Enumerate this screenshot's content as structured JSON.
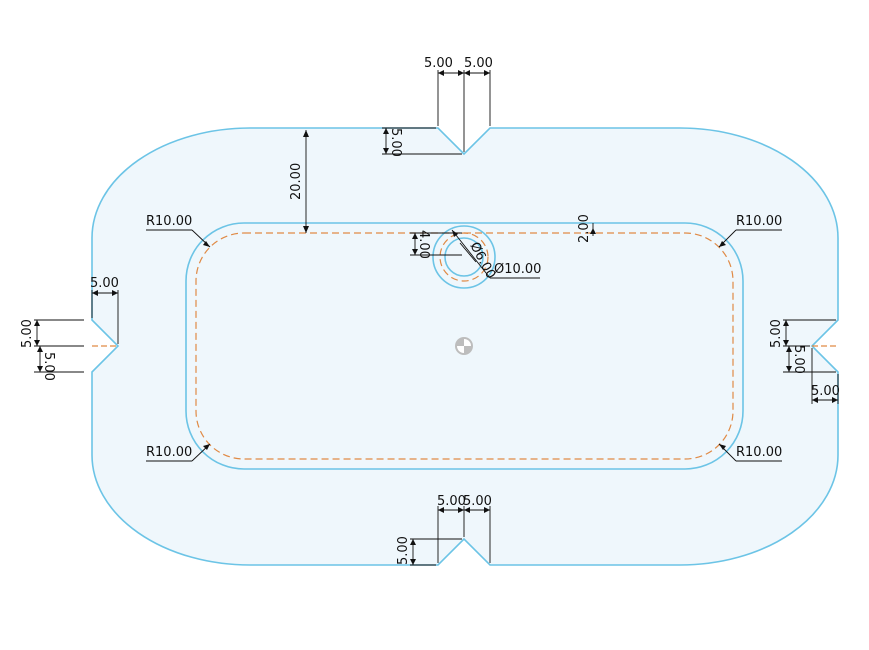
{
  "colors": {
    "profile_stroke": "#6cc4e6",
    "profile_fill": "#eff7fc",
    "offset_stroke": "#e08a45",
    "dimension": "#111111"
  },
  "icons": {
    "origin": "origin-icon"
  },
  "dimensions": {
    "top_notch_left_width": "5.00",
    "top_notch_right_width": "5.00",
    "top_notch_depth": "5.00",
    "wall_thickness": "20.00",
    "offset_gap": "2.00",
    "hole_offset": "4.00",
    "hole_diameter": "Ø10.00",
    "hole_inner_diameter": "Ø6.00",
    "corner_radius_top_left": "R10.00",
    "corner_radius_top_right": "R10.00",
    "corner_radius_bottom_left": "R10.00",
    "corner_radius_bottom_right": "R10.00",
    "left_notch_depth": "5.00",
    "left_notch_upper": "5.00",
    "left_notch_lower": "5.00",
    "right_notch_depth": "5.00",
    "right_notch_upper": "5.00",
    "right_notch_lower": "5.00",
    "bottom_notch_left_width": "5.00",
    "bottom_notch_right_width": "5.00",
    "bottom_notch_depth": "5.00"
  }
}
